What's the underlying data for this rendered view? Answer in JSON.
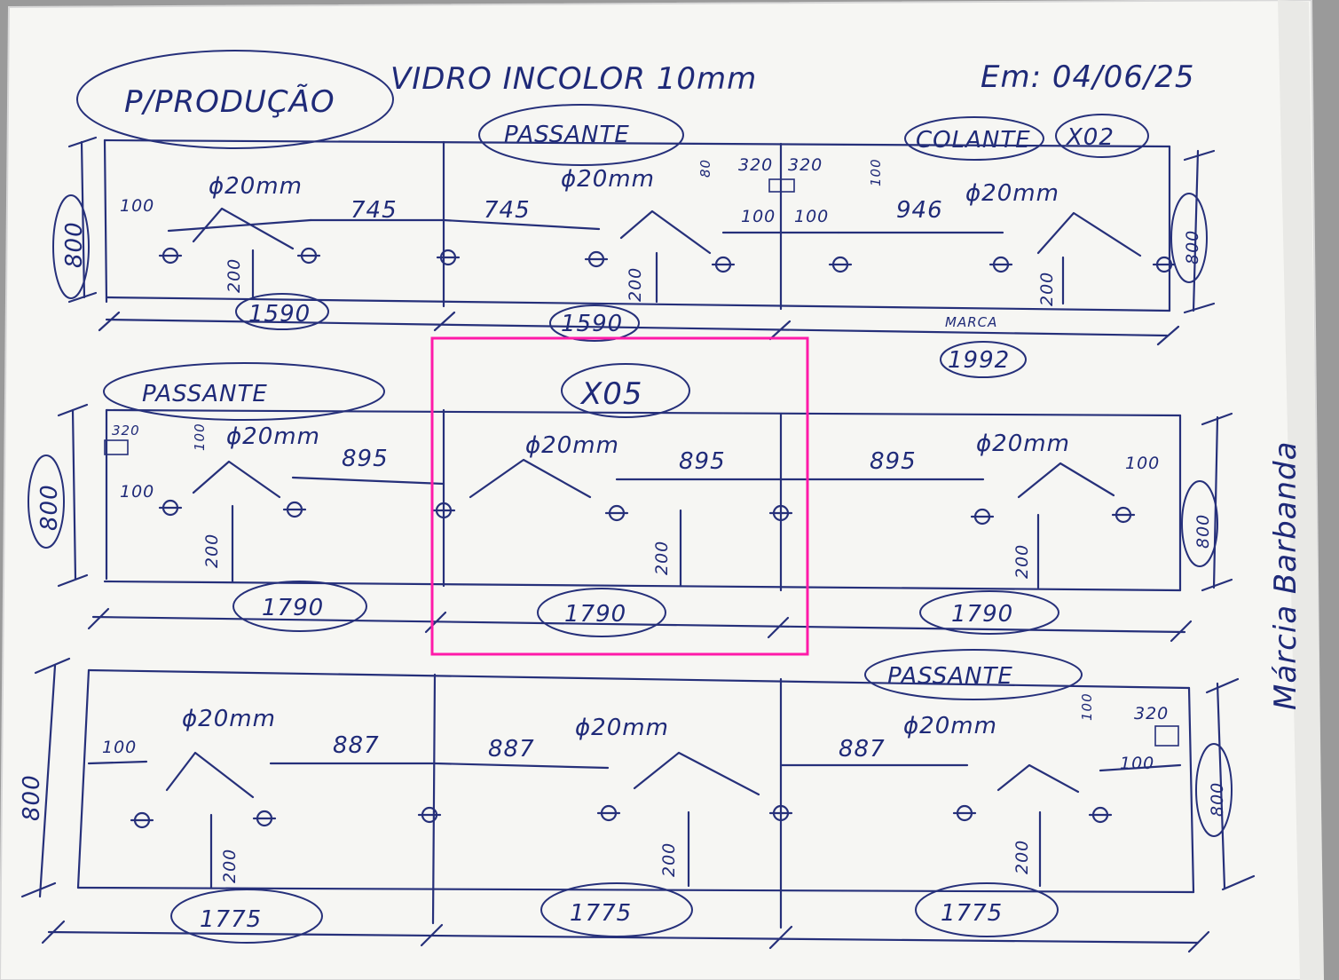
{
  "header": {
    "production": "P/PRODUÇÃO",
    "title": "VIDRO INCOLOR 10mm",
    "date": "Em: 04/06/25"
  },
  "labels": {
    "passante": "PASSANTE",
    "colante": "COLANTE",
    "qty_top": "X02",
    "qty_mid": "X05",
    "hole": "ϕ20mm",
    "marca": "MARCA",
    "signature": "Márcia Barbanda"
  },
  "dims": {
    "height": "800",
    "d100": "100",
    "d200": "200",
    "d320": "320",
    "d80": "80",
    "row1": {
      "w_a": "1590",
      "w_b": "1590",
      "w_c": "1992",
      "s745": "745",
      "s946": "946"
    },
    "row2": {
      "w": "1790",
      "s895": "895"
    },
    "row3": {
      "w": "1775",
      "s887": "887"
    }
  },
  "colors": {
    "ink": "#26307a",
    "highlight": "#ff1aa8",
    "paper": "#f7f7f5"
  }
}
